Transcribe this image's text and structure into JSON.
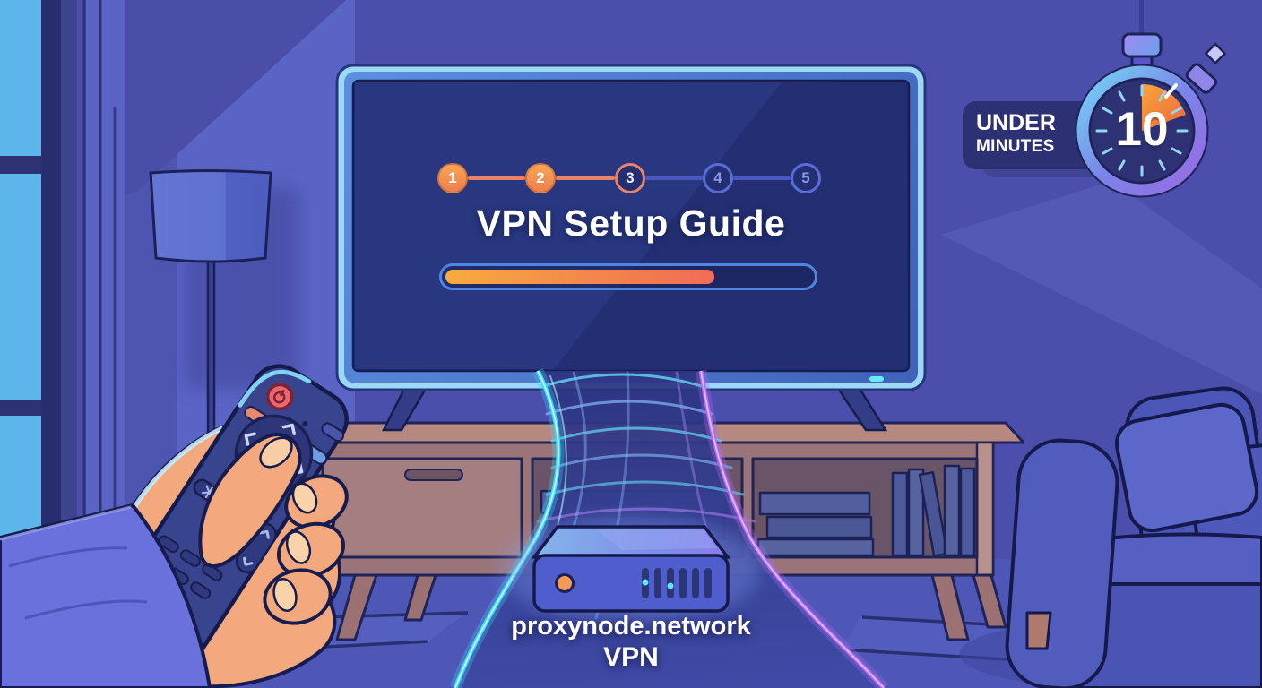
{
  "tv": {
    "title": "VPN Setup Guide",
    "steps": [
      {
        "number": "1",
        "state": "complete"
      },
      {
        "number": "2",
        "state": "complete"
      },
      {
        "number": "3",
        "state": "current"
      },
      {
        "number": "4",
        "state": "upcoming"
      },
      {
        "number": "5",
        "state": "upcoming"
      }
    ],
    "progress_percent": 72
  },
  "badge": {
    "under": "UNDER",
    "minutes": "MINUTES",
    "value": "10"
  },
  "device": {
    "line1": "proxynode.network",
    "line2": "VPN"
  },
  "icons": {
    "stopwatch": "stopwatch-icon",
    "remote_power": "power-icon",
    "device_led": "led-indicator-icon"
  },
  "colors": {
    "accent_orange": "#f5984a",
    "accent_salmon": "#ef6e57",
    "step_inactive": "#5a6cd8",
    "progress_border": "#4f86e0",
    "beam_cyan": "#3fd8f8",
    "beam_purple": "#b06af0",
    "tv_rim": "#9bd9f6",
    "screen_navy": "#232f72",
    "wall_dark": "#4b4fab",
    "wall_light": "#5a64c4",
    "badge_bg": "#2d3174",
    "stopwatch_wedge": "#f0763f",
    "skin": "#f3a97d",
    "sleeve": "#6a71dc",
    "wood": "#9b7478",
    "window_glass": "#5cb6e9"
  }
}
